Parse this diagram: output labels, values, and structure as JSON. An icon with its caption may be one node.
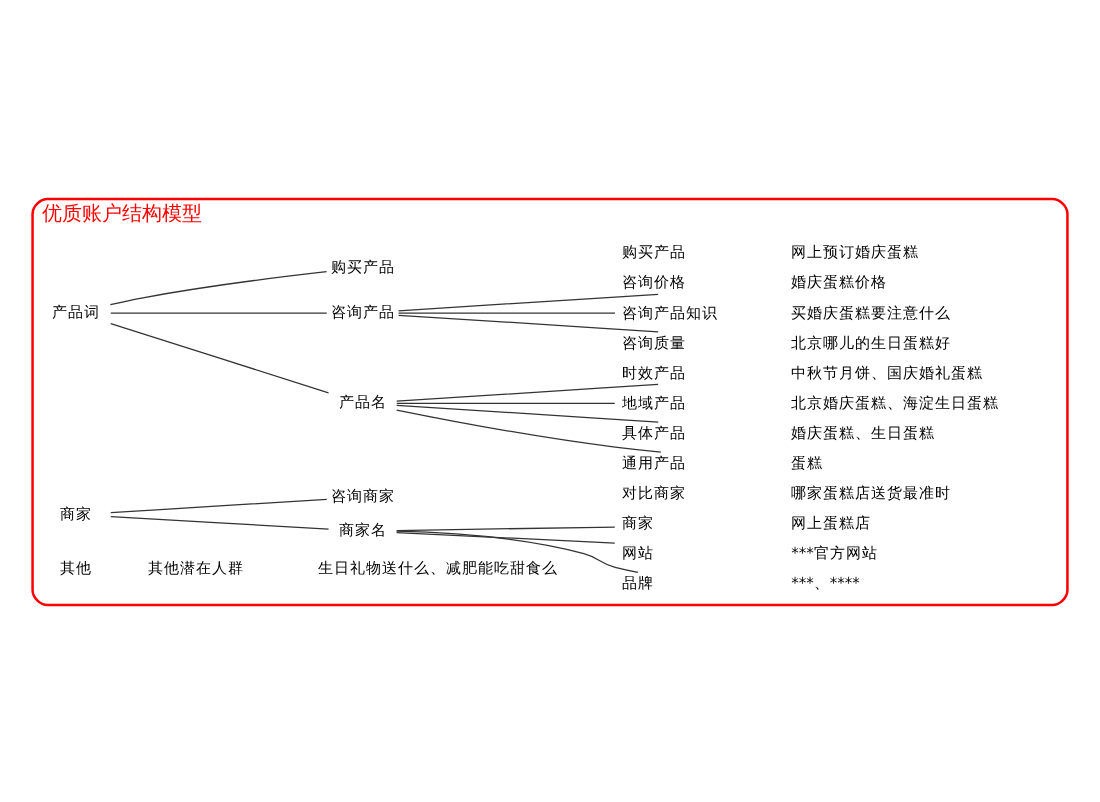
{
  "diagram": {
    "nodes": [
      {
        "text": [
          "优质账户结构模型"
        ]
      },
      {
        "text": [
          "产品词"
        ],
        "in": 0
      },
      {
        "text": [
          "产品名"
        ],
        "in": 0
      },
      {
        "text": [
          "通用产品"
        ],
        "in": 0,
        "beside": [
          "蛋糕"
        ]
      },
      {
        "text": [
          "具体产品"
        ],
        "in": 0,
        "beside": [
          "婚庆蛋糕、生日蛋糕"
        ]
      },
      {
        "text": [
          "地域产品"
        ],
        "in": 0,
        "beside": [
          "北京婚庆蛋糕、海淀生日蛋糕"
        ]
      },
      {
        "text": [
          "时效产品"
        ],
        "in": 0,
        "beside": [
          "中秋节月饼、国庆婚礼蛋糕"
        ]
      },
      {
        "text": [
          "咨询产品"
        ],
        "in": 0
      },
      {
        "text": [
          "咨询质量"
        ],
        "in": 0,
        "beside": [
          "北京哪儿的生日蛋糕好"
        ]
      },
      {
        "text": [
          "咨询产品知识"
        ],
        "in": 0,
        "beside": [
          "买婚庆蛋糕要注意什么"
        ]
      },
      {
        "text": [
          "咨询价格"
        ],
        "in": 0,
        "beside": [
          "婚庆蛋糕价格"
        ]
      },
      {
        "text": [
          "购买产品"
        ],
        "in": 0
      },
      {
        "text": [
          "购买产品"
        ],
        "in": 0,
        "beside": [
          "网上预订婚庆蛋糕"
        ]
      },
      {
        "text": [
          "商家"
        ],
        "in": 0
      },
      {
        "text": [
          "商家名"
        ],
        "in": 0
      },
      {
        "text": [
          "品牌"
        ],
        "in": 0,
        "beside": [
          "***、****"
        ]
      },
      {
        "text": [
          "网站"
        ],
        "in": 0,
        "beside": [
          "***官方网站"
        ]
      },
      {
        "text": [
          "商家"
        ],
        "in": 0,
        "beside": [
          "网上蛋糕店"
        ]
      },
      {
        "text": [
          "咨询商家"
        ],
        "in": 0
      },
      {
        "text": [
          "对比商家"
        ],
        "in": 0,
        "beside": [
          "哪家蛋糕店送货最准时"
        ]
      },
      {
        "text": [
          "其他"
        ],
        "in": 0
      },
      {
        "text": [
          "其他潜在人群"
        ],
        "in": 0,
        "beside": [
          "生日礼物送什么、减肥能吃甜食么"
        ]
      }
    ],
    "edges": [
      {
        "from": 1,
        "to": 2,
        "arrow": "none"
      },
      {
        "from": 1,
        "to": 7,
        "arrow": "none"
      },
      {
        "from": 1,
        "to": 11,
        "arrow": "none"
      },
      {
        "from": 2,
        "to": 3,
        "arrow": "none"
      },
      {
        "from": 2,
        "to": 4,
        "arrow": "none"
      },
      {
        "from": 2,
        "to": 5,
        "arrow": "none"
      },
      {
        "from": 2,
        "to": 6,
        "arrow": "none"
      },
      {
        "from": 7,
        "to": 8,
        "arrow": "none"
      },
      {
        "from": 7,
        "to": 9,
        "arrow": "none"
      },
      {
        "from": 7,
        "to": 10,
        "arrow": "none"
      },
      {
        "from": 13,
        "to": 14,
        "arrow": "none"
      },
      {
        "from": 13,
        "to": 18,
        "arrow": "none"
      },
      {
        "from": 14,
        "to": 15,
        "arrow": "none"
      },
      {
        "from": 14,
        "to": 16,
        "arrow": "none"
      },
      {
        "from": 14,
        "to": 17,
        "arrow": "none"
      }
    ]
  }
}
